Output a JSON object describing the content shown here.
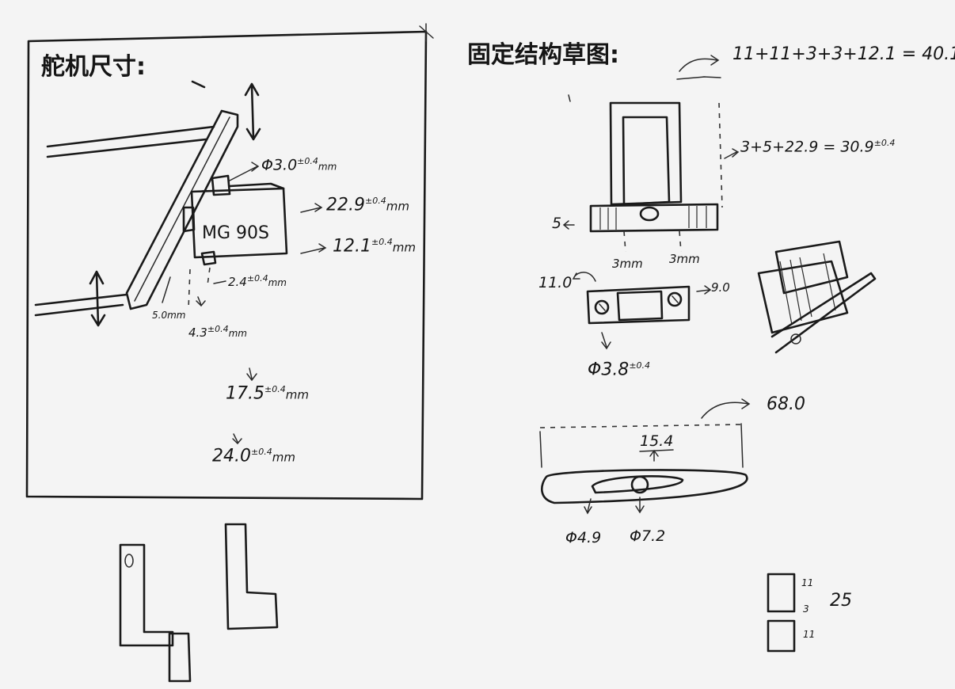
{
  "left_panel": {
    "title": "舵机尺寸:",
    "servo_label": "MG 90S",
    "dim_shaft": "Φ3.0",
    "dim_shaft_tol": "±0.4",
    "dim_shaft_unit": "mm",
    "dim_height": "22.9",
    "dim_height_tol": "±0.4",
    "dim_height_unit": "mm",
    "dim_width": "12.1",
    "dim_width_tol": "±0.4",
    "dim_width_unit": "mm",
    "dim_tab": "2.4",
    "dim_tab_tol": "±0.4",
    "dim_tab_unit": "mm",
    "dim_gap": "5.0mm",
    "dim_tab_len": "4.3",
    "dim_tab_len_tol": "±0.4",
    "dim_tab_len_unit": "mm",
    "dim_length": "17.5",
    "dim_length_tol": "±0.4",
    "dim_length_unit": "mm",
    "dim_total": "24.0",
    "dim_total_tol": "±0.4",
    "dim_total_unit": "mm"
  },
  "right_panel": {
    "title": "固定结构草图:",
    "formula_width": "11+11+3+3+12.1 = 40.1",
    "formula_height": "3+5+22.9 = 30.9",
    "formula_height_tol": "±0.4",
    "dim_base": "5",
    "dim_wall_left": "3mm",
    "dim_wall_right": "3mm",
    "dim_clip_left": "11.0",
    "dim_clip_right": "9.0",
    "dim_hole": "Φ3.8",
    "dim_hole_tol": "±0.4",
    "dim_arm_len": "68.0",
    "dim_arm_slot": "15.4",
    "dim_arm_hole_small": "Φ4.9",
    "dim_arm_hole_big": "Φ7.2",
    "stack_top": "11",
    "stack_mid": "3",
    "stack_bottom": "11",
    "stack_total": "25"
  }
}
